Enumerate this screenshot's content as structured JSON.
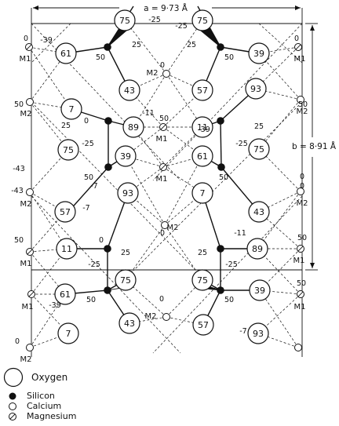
{
  "cell": {
    "a_label": "a = 9·73 Å",
    "b_label": "b = 8·91 Å"
  },
  "colors": {
    "ink": "#111111",
    "paper": "#ffffff"
  },
  "legend": [
    {
      "symbol": "oxygen-icon",
      "label": "Oxygen"
    },
    {
      "symbol": "silicon-icon",
      "label": "Silicon"
    },
    {
      "symbol": "calcium-icon",
      "label": "Calcium"
    },
    {
      "symbol": "magnesium-icon",
      "label": "Magnesium"
    }
  ],
  "diagram": {
    "oxygen_labels": [
      "75",
      "75",
      "61",
      "39",
      "43",
      "57",
      "7",
      "93",
      "89",
      "11",
      "75",
      "75",
      "57",
      "39",
      "61",
      "43",
      "93",
      "7",
      "11",
      "89",
      "75",
      "75",
      "61",
      "39",
      "43",
      "57",
      "7",
      "93"
    ],
    "metal_labels": [
      "M1",
      "M1",
      "M2",
      "M2",
      "M2",
      "M1",
      "M1",
      "M2",
      "M2",
      "M1",
      "M1",
      "M2",
      "M1",
      "M1",
      "M2",
      "M2"
    ],
    "height_labels": [
      "-25",
      "-25",
      "25",
      "25",
      "50",
      "50",
      "0",
      "0",
      "-39",
      "-43",
      "-7",
      "50",
      "50",
      "0",
      "-11",
      "0",
      "50",
      "25",
      "-25",
      "25",
      "-25",
      "-39",
      "50",
      "50",
      "0",
      "-43",
      "-7",
      "50",
      "0",
      "-11",
      "50",
      "0",
      "0",
      "25",
      "-25",
      "25",
      "-25",
      "50",
      "50",
      "0",
      "-39",
      "-7",
      "50",
      "0"
    ]
  }
}
